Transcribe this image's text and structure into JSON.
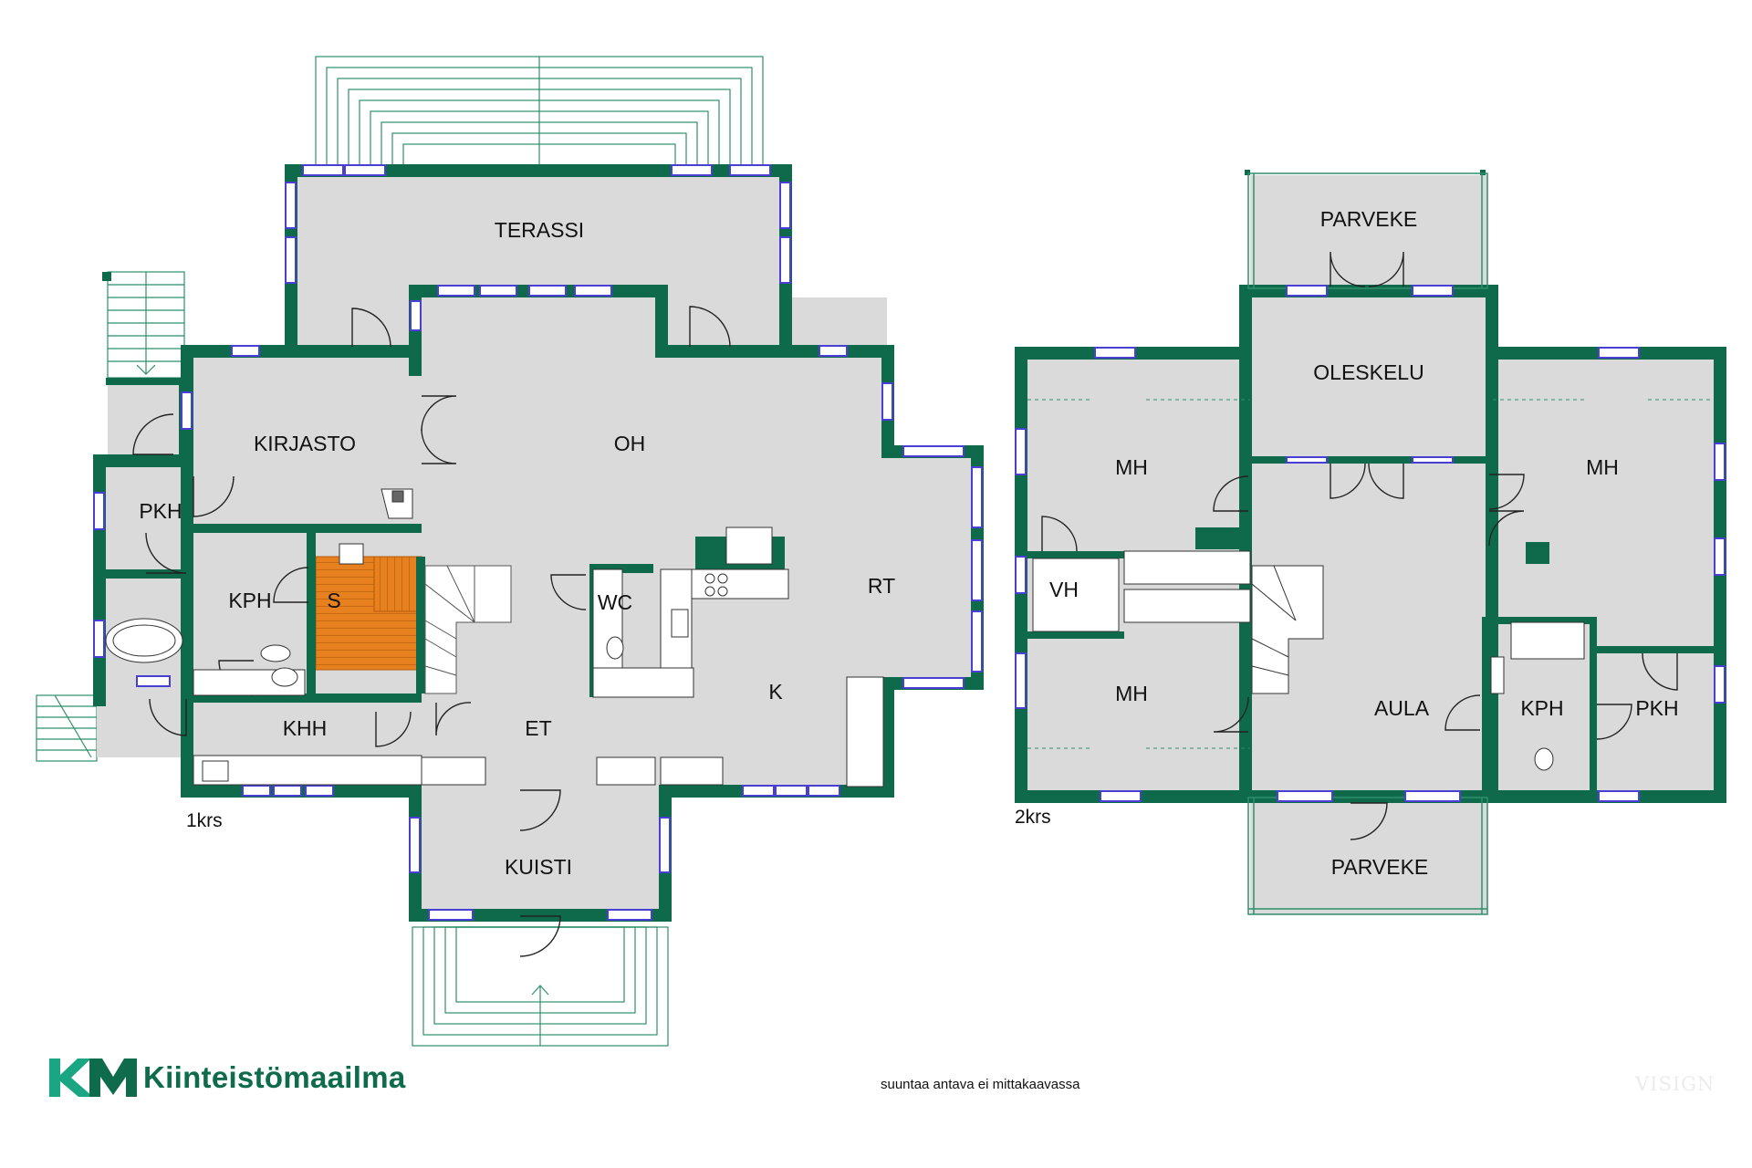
{
  "colors": {
    "wall": "#0f6a4b",
    "floor": "#dadada",
    "window": "#4a3fd4",
    "sauna": "#e7801e",
    "deck_line": "#2f8f6a"
  },
  "floor1": {
    "label": "1krs",
    "rooms": {
      "terassi": "TERASSI",
      "kirjasto": "KIRJASTO",
      "oh": "OH",
      "pkh": "PKH",
      "kph": "KPH",
      "s": "S",
      "wc": "WC",
      "rt": "RT",
      "k": "K",
      "khh": "KHH",
      "et": "ET",
      "kuisti": "KUISTI"
    }
  },
  "floor2": {
    "label": "2krs",
    "rooms": {
      "parveke_top": "PARVEKE",
      "oleskelu": "OLESKELU",
      "mh_left_top": "MH",
      "mh_right": "MH",
      "vh": "VH",
      "mh_left_bottom": "MH",
      "aula": "AULA",
      "kph": "KPH",
      "pkh": "PKH",
      "parveke_bottom": "PARVEKE"
    }
  },
  "logo": {
    "mark": "KM",
    "name": "Kiinteistömaailma"
  },
  "note": "suuntaa antava ei mittakaavassa",
  "watermark": "VISIGN"
}
